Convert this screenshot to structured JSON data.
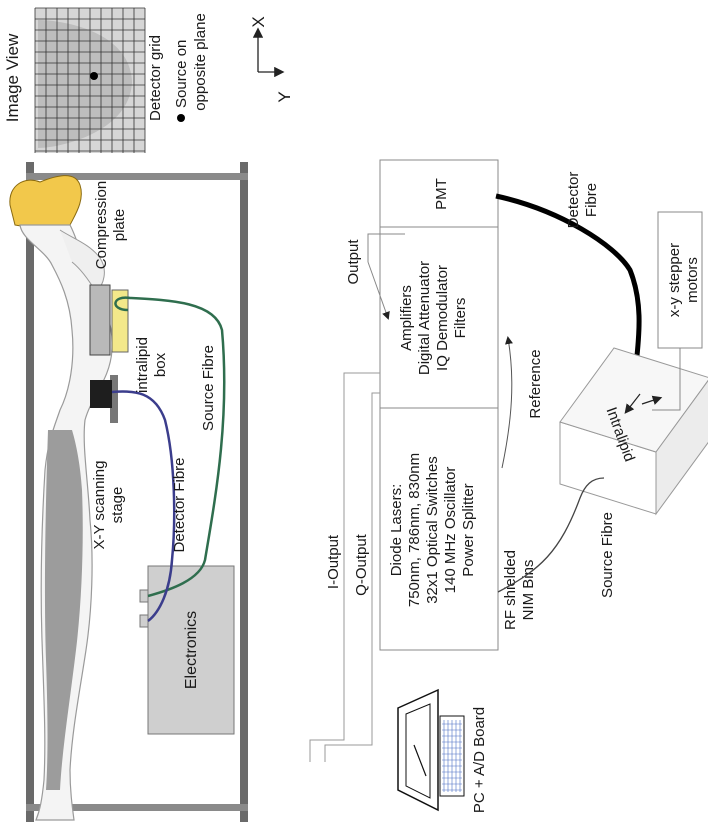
{
  "image_view": {
    "title": "Image View",
    "detector_grid": "Detector grid",
    "source_line1": "Source on",
    "source_line2": "opposite plane",
    "axis_x": "X",
    "axis_y": "Y"
  },
  "setup": {
    "compression_line1": "Compression",
    "compression_line2": "plate",
    "intralipid_line1": "intralipid",
    "intralipid_line2": "box",
    "source_fibre": "Source Fibre",
    "detector_fibre": "Detector Fibre",
    "stage_line1": "X-Y scanning",
    "stage_line2": "stage",
    "electronics": "Electronics"
  },
  "block": {
    "pmt": "PMT",
    "output": "Output",
    "amp_lines": [
      "Amplifiers",
      "Digital Attenuator",
      "IQ Demodulator",
      "Filters"
    ],
    "reference": "Reference",
    "laser_lines": [
      "Diode Lasers:",
      "750nm, 786nm, 830nm",
      "32x1 Optical Switches",
      "140 MHz Oscillator",
      "Power Splitter"
    ],
    "rf_line1": "RF shielded",
    "rf_line2": "NIM Bins",
    "i_output": "I-Output",
    "q_output": "Q-Output",
    "detector_fibre_line1": "Detector",
    "detector_fibre_line2": "Fibre",
    "motors_line1": "x-y stepper",
    "motors_line2": "motors",
    "intralipid": "Intralipid",
    "source_fibre": "Source Fibre",
    "pc": "PC + A/D Board"
  }
}
